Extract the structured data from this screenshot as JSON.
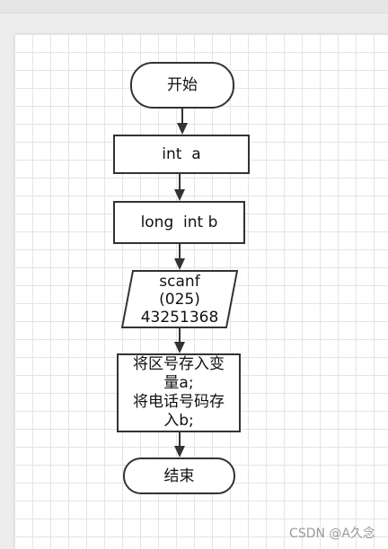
{
  "flowchart": {
    "start_label": "开始",
    "step1_label": "int  a",
    "step2_label": "long  int b",
    "io_lines": [
      "scanf",
      "(025)",
      "43251368"
    ],
    "process_lines": [
      "将区号存入变",
      "量a;",
      "将电话号码存",
      "入b;"
    ],
    "end_label": "结束"
  },
  "watermark": "CSDN @A久念",
  "colors": {
    "stroke": "#333333",
    "grid": "#e4e4e4",
    "background": "#ffffff"
  }
}
